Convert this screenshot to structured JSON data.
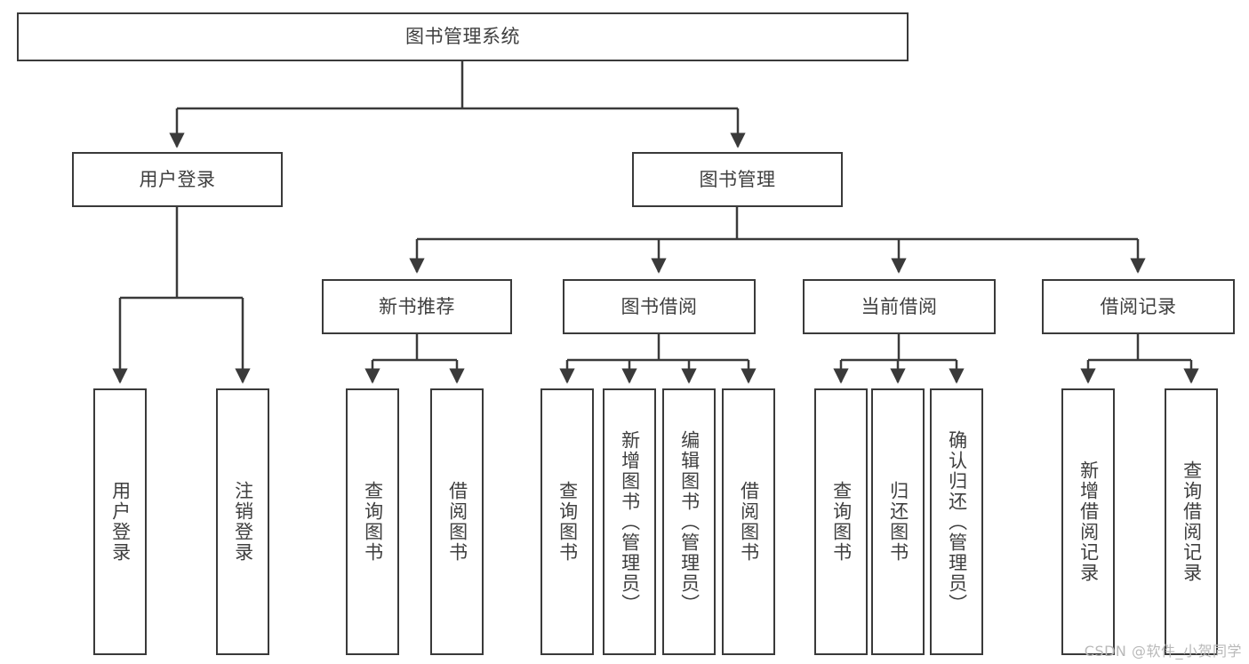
{
  "diagram": {
    "title": "图书管理系统",
    "type": "tree-hierarchy-chart",
    "watermark": "CSDN @软件_小贺同学",
    "colors": {
      "stroke": "#3a3a3a",
      "text": "#3f3f3f",
      "background": "#ffffff",
      "watermark": "#b9b9b9"
    },
    "root": {
      "id": "root",
      "label": "图书管理系统"
    },
    "level1": [
      {
        "id": "user-login",
        "label": "用户登录"
      },
      {
        "id": "book-manage",
        "label": "图书管理"
      }
    ],
    "level2": [
      {
        "id": "new-book-rec",
        "label": "新书推荐",
        "parent": "book-manage"
      },
      {
        "id": "book-borrow",
        "label": "图书借阅",
        "parent": "book-manage"
      },
      {
        "id": "current-borrow",
        "label": "当前借阅",
        "parent": "book-manage"
      },
      {
        "id": "borrow-record",
        "label": "借阅记录",
        "parent": "book-manage"
      }
    ],
    "leaves": [
      {
        "id": "leaf-user-login",
        "label": "用户登录",
        "parent": "user-login"
      },
      {
        "id": "leaf-user-logout",
        "label": "注销登录",
        "parent": "user-login"
      },
      {
        "id": "leaf-rec-query",
        "label": "查询图书",
        "parent": "new-book-rec"
      },
      {
        "id": "leaf-rec-borrow",
        "label": "借阅图书",
        "parent": "new-book-rec"
      },
      {
        "id": "leaf-borrow-query",
        "label": "查询图书",
        "parent": "book-borrow"
      },
      {
        "id": "leaf-borrow-add",
        "label": "新增图书（管理员）",
        "parent": "book-borrow"
      },
      {
        "id": "leaf-borrow-edit",
        "label": "编辑图书（管理员）",
        "parent": "book-borrow"
      },
      {
        "id": "leaf-borrow-do",
        "label": "借阅图书",
        "parent": "book-borrow"
      },
      {
        "id": "leaf-cur-query",
        "label": "查询图书",
        "parent": "current-borrow"
      },
      {
        "id": "leaf-cur-return",
        "label": "归还图书",
        "parent": "current-borrow"
      },
      {
        "id": "leaf-cur-confirm",
        "label": "确认归还（管理员）",
        "parent": "current-borrow"
      },
      {
        "id": "leaf-rec-add",
        "label": "新增借阅记录",
        "parent": "borrow-record"
      },
      {
        "id": "leaf-rec-search",
        "label": "查询借阅记录",
        "parent": "borrow-record"
      }
    ]
  }
}
